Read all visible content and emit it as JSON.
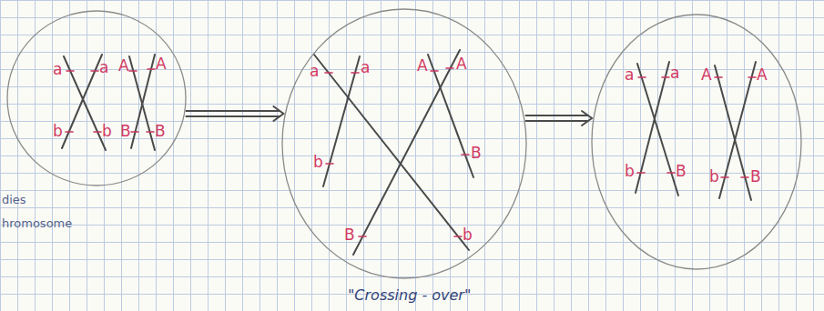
{
  "diagram": {
    "nodes": [
      {
        "text": [
          "a",
          "a",
          "A",
          "A",
          "b",
          "b",
          "B",
          "B"
        ]
      },
      {
        "text": [
          "a",
          "a",
          "A",
          "A",
          "b",
          "B",
          "B",
          "b"
        ]
      },
      {
        "text": [
          "a",
          "a",
          "A",
          "A",
          "b",
          "B",
          "b",
          "B"
        ]
      }
    ],
    "edges": [
      {
        "from": 0,
        "to": 1,
        "arrow": "to"
      },
      {
        "from": 1,
        "to": 2,
        "arrow": "to"
      }
    ],
    "labels": [
      "dies",
      "hromosome",
      "\"Crossing - over\""
    ]
  }
}
